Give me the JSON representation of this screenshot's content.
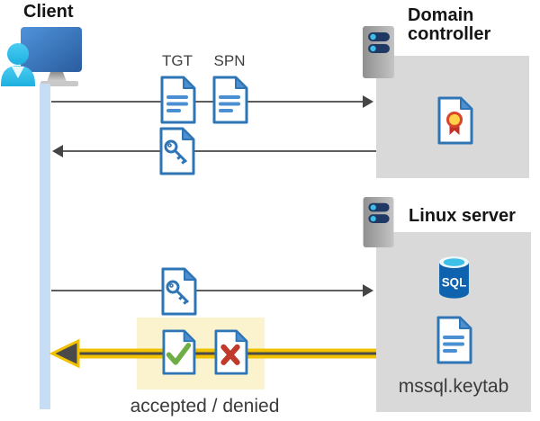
{
  "client": {
    "label": "Client"
  },
  "domain_controller": {
    "label": "Domain controller"
  },
  "linux_server": {
    "label": "Linux server"
  },
  "sql_icon": {
    "label": "SQL"
  },
  "keytab": {
    "label": "mssql.keytab"
  },
  "flow": {
    "tgt_label": "TGT",
    "spn_label": "SPN",
    "result_label": "accepted / denied"
  },
  "colors": {
    "doc_border_blue": "#2e75b6",
    "doc_fold_blue": "#4e8fd0",
    "doc_line_blue": "#4a8fd2",
    "accepted_green": "#6fae44",
    "denied_red": "#c0392b",
    "highlight_yellow": "#fbf3ce",
    "arrow_gold": "#f2c200",
    "arrow_gray": "#5e5e5e",
    "box_gray": "#d9d9d9",
    "lifeline_blue": "#c7ddf4",
    "seal_yellow": "#ffd24a",
    "seal_ring_red": "#d9442b",
    "ribbon_red": "#c23126",
    "server_pill_navy": "#1f3864",
    "server_dot_cyan": "#41bee8",
    "sql_body_blue": "#0f63ae",
    "sql_top_cyan": "#3ec1e9",
    "person_cyan": "#2fc0ea",
    "monitor_blue": "#3a74b8"
  }
}
